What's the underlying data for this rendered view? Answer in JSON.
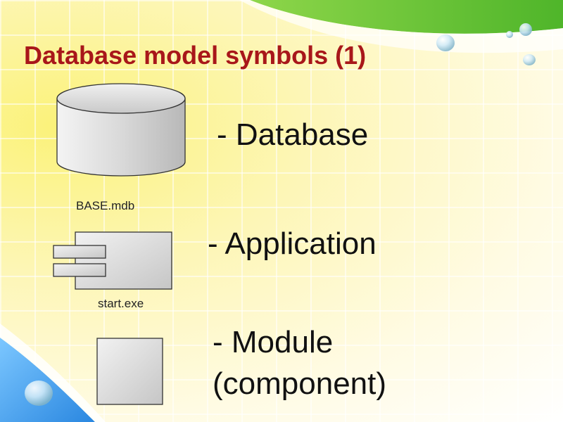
{
  "slide": {
    "title": "Database model symbols (1)",
    "items": [
      {
        "symbol": "database-cylinder-icon",
        "caption": "BASE.mdb",
        "description": "- Database"
      },
      {
        "symbol": "application-component-icon",
        "caption": "start.exe",
        "description": "- Application"
      },
      {
        "symbol": "module-box-icon",
        "caption": "",
        "description_line1": "- Module",
        "description_line2": "(component)"
      }
    ]
  },
  "colors": {
    "title": "#a8171a",
    "background": "#fdf6b6",
    "accent_green": "#5cc12a",
    "accent_blue": "#2e8fe6"
  }
}
